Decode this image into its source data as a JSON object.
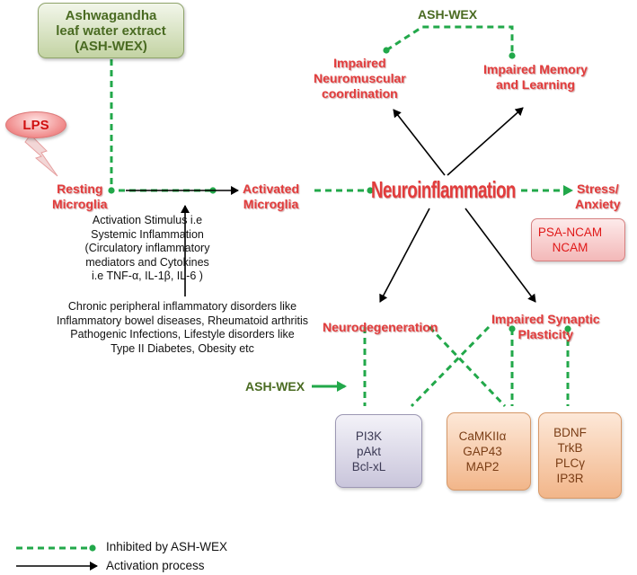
{
  "ash_box": {
    "lines": [
      "Ashwagandha",
      "leaf water extract",
      "(ASH-WEX)"
    ]
  },
  "lps": "LPS",
  "top_ashwex": "ASH-WEX",
  "left_ashwex": "ASH-WEX",
  "resting": [
    "Resting",
    "Microglia"
  ],
  "activated": [
    "Activated",
    "Microglia"
  ],
  "neuroinflammation": "Neuroinflammation",
  "stress": [
    "Stress/",
    "Anxiety"
  ],
  "impaired_coordination": [
    "Impaired",
    "Neuromuscular",
    "coordination"
  ],
  "impaired_memory": [
    "Impaired Memory",
    "and Learning"
  ],
  "neurodegeneration": "Neurodegeneration",
  "impaired_synaptic": [
    "Impaired Synaptic",
    "Plasticity"
  ],
  "stimulus_text": [
    "Activation Stimulus i.e",
    "Systemic Inflammation",
    "(Circulatory inflammatory",
    "mediators and Cytokines",
    "i.e TNF-α, IL-1β, IL-6 )"
  ],
  "chronic_text": [
    "Chronic peripheral inflammatory disorders like",
    "Inflammatory bowel diseases, Rheumatoid arthritis",
    "Pathogenic Infections, Lifestyle disorders like",
    "Type II Diabetes, Obesity etc"
  ],
  "psa_box": [
    "PSA-NCAM",
    "NCAM"
  ],
  "box_pi3k": [
    "PI3K",
    "pAkt",
    "Bcl-xL"
  ],
  "box_camk": [
    "CaMKIIα",
    "GAP43",
    "MAP2"
  ],
  "box_bdnf": [
    "BDNF",
    "TrkB",
    "PLCγ",
    "IP3R"
  ],
  "legend": {
    "inhibited": "Inhibited by ASH-WEX",
    "activation": "Activation process"
  },
  "colors": {
    "green": "#22a84a",
    "red_label": "#e23c3c",
    "ash_text": "#4a6b22"
  }
}
